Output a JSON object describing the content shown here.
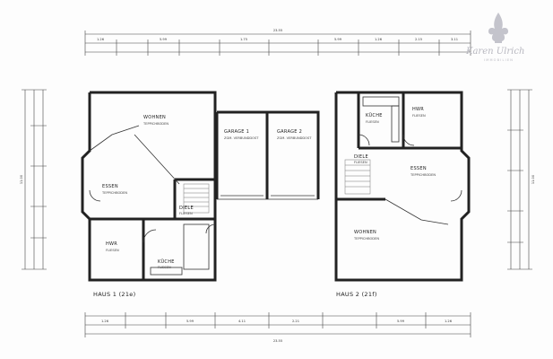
{
  "houses": [
    {
      "label": "HAUS 1  (21e)",
      "rooms": [
        {
          "name": "WOHNEN",
          "floor": "TEPPICHBODEN"
        },
        {
          "name": "ESSEN",
          "floor": "TEPPICHBODEN"
        },
        {
          "name": "DIELE",
          "floor": "FLIESEN"
        },
        {
          "name": "HWR",
          "floor": "FLIESEN"
        },
        {
          "name": "KÜCHE",
          "floor": "FLIESEN"
        },
        {
          "name": "GARAGE 1",
          "floor": "ZGM. VERBUNDDOST"
        },
        {
          "name": "GARAGE 2",
          "floor": "ZGM. VERBUNDDOST"
        }
      ]
    },
    {
      "label": "HAUS 2  (21f)",
      "rooms": [
        {
          "name": "HWR",
          "floor": "FLIESEN"
        },
        {
          "name": "KÜCHE",
          "floor": "FLIESEN"
        },
        {
          "name": "DIELE",
          "floor": "FLIESEN"
        },
        {
          "name": "ESSEN",
          "floor": "TEPPICHBODEN"
        },
        {
          "name": "WOHNEN",
          "floor": "TEPPICHBODEN"
        }
      ]
    }
  ],
  "dimensions": {
    "top_overall": "23.55",
    "bottom_overall": "23.55",
    "top_segments": [
      "1.26",
      "5.99",
      "1.75",
      "5.99",
      "1.26",
      "2.15",
      "3.11"
    ],
    "bottom_segments": [
      "1.26",
      "5.99",
      "4.11",
      "2.21",
      "5.99",
      "1.26"
    ],
    "left_overall": "11.00",
    "right_overall": "11.00"
  },
  "watermark": {
    "script": "Karen Ulrich",
    "subtitle": "IMMOBILIEN"
  }
}
